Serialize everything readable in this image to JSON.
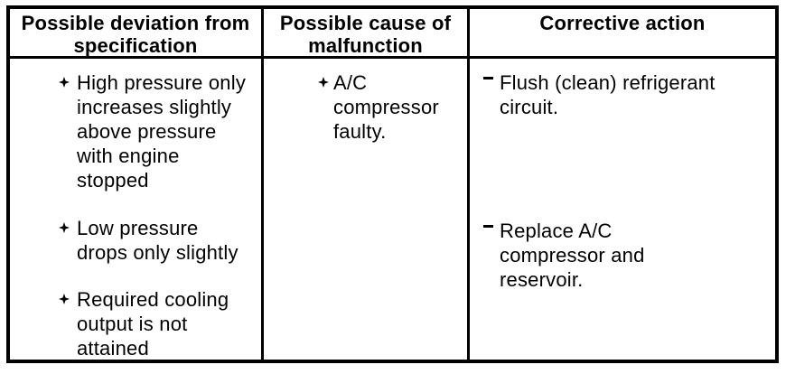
{
  "table": {
    "headers": {
      "deviation": "Possible deviation from\nspecification",
      "cause": "Possible cause of\nmalfunction",
      "action": "Corrective action"
    },
    "deviation_items": [
      "High pressure only\nincreases slightly\nabove pressure\nwith engine\nstopped",
      "Low pressure\ndrops only slightly",
      "Required cooling\noutput is not\nattained"
    ],
    "cause_items": [
      "A/C\ncompressor\nfaulty."
    ],
    "action_items": [
      "Flush (clean) refrigerant\ncircuit.",
      "Replace A/C\ncompressor and\nreservoir."
    ],
    "bullet_icons": {
      "deviation": "four-pointed-star",
      "cause": "four-pointed-star",
      "action": "raised-dash"
    },
    "colors": {
      "border": "#000000",
      "text": "#000000",
      "background": "#ffffff"
    }
  }
}
